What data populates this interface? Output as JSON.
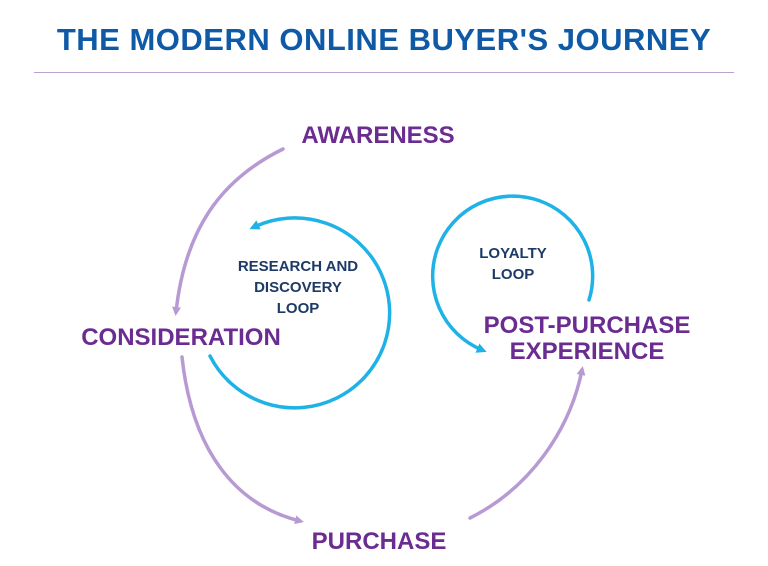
{
  "title": "THE MODERN ONLINE BUYER'S JOURNEY",
  "stages": {
    "awareness": "AWARENESS",
    "consideration": "CONSIDERATION",
    "purchase": "PURCHASE",
    "post_purchase_line1": "POST-PURCHASE",
    "post_purchase_line2": "EXPERIENCE"
  },
  "loops": {
    "research_line1": "RESEARCH AND",
    "research_line2": "DISCOVERY",
    "research_line3": "LOOP",
    "loyalty_line1": "LOYALTY",
    "loyalty_line2": "LOOP"
  },
  "colors": {
    "title": "#0e5aa7",
    "stage_text": "#6b2c91",
    "loop_text": "#1d3a66",
    "journey_arrow": "#b79ad3",
    "loop_arrow": "#1fb2e6",
    "divider": "#b9a3cf"
  }
}
